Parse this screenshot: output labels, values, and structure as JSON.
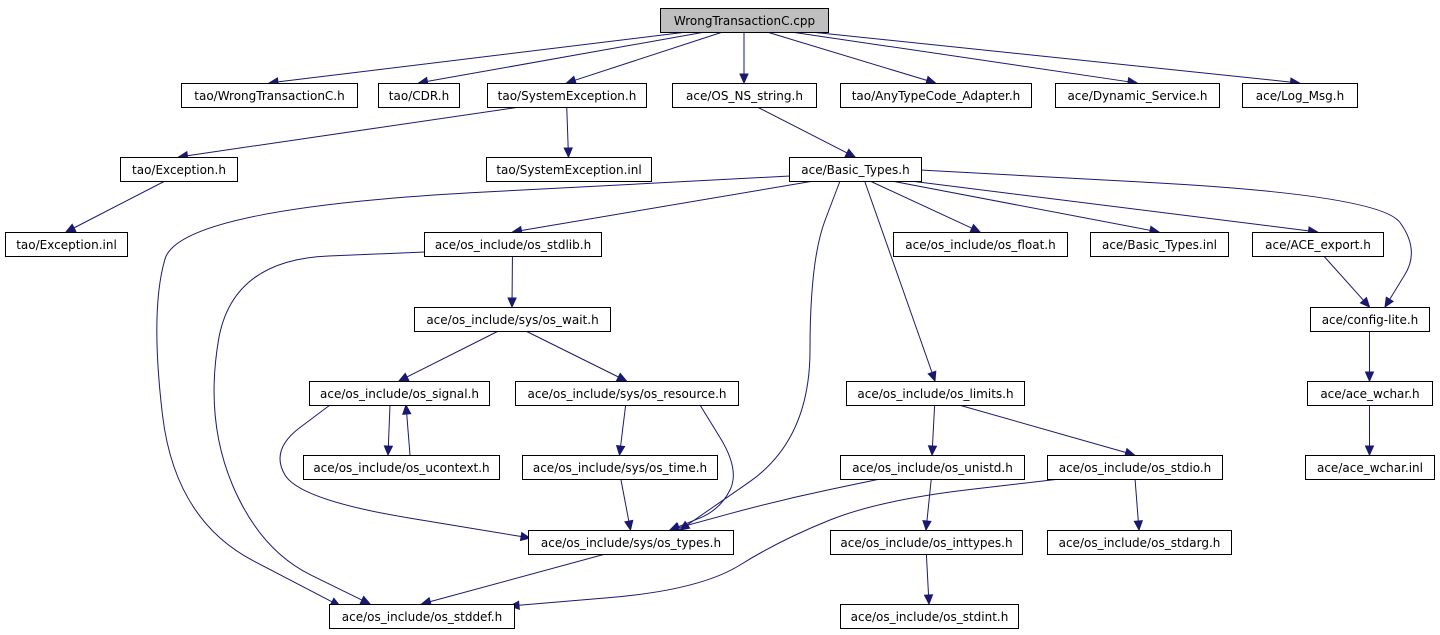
{
  "colors": {
    "edge": "#191970",
    "node_fill": "#ffffff",
    "root_fill": "#bfbfbf",
    "border": "#000000"
  },
  "root": "WrongTransactionC.cpp",
  "nodes": {
    "root": "WrongTransactionC.cpp",
    "wrong_h": "tao/WrongTransactionC.h",
    "cdr": "tao/CDR.h",
    "sysexc": "tao/SystemException.h",
    "osnsstring": "ace/OS_NS_string.h",
    "anytype": "tao/AnyTypeCode_Adapter.h",
    "dynservice": "ace/Dynamic_Service.h",
    "logmsg": "ace/Log_Msg.h",
    "exception_h": "tao/Exception.h",
    "sysexc_inl": "tao/SystemException.inl",
    "basictypes": "ace/Basic_Types.h",
    "exception_inl": "tao/Exception.inl",
    "stdlib": "ace/os_include/os_stdlib.h",
    "float": "ace/os_include/os_float.h",
    "basictypes_inl": "ace/Basic_Types.inl",
    "ace_export": "ace/ACE_export.h",
    "config_lite": "ace/config-lite.h",
    "wait": "ace/os_include/sys/os_wait.h",
    "ace_wchar": "ace/ace_wchar.h",
    "signal": "ace/os_include/os_signal.h",
    "resource": "ace/os_include/sys/os_resource.h",
    "limits": "ace/os_include/os_limits.h",
    "ace_wchar_inl": "ace/ace_wchar.inl",
    "ucontext": "ace/os_include/os_ucontext.h",
    "os_time": "ace/os_include/sys/os_time.h",
    "unistd": "ace/os_include/os_unistd.h",
    "stdio": "ace/os_include/os_stdio.h",
    "sys_types": "ace/os_include/sys/os_types.h",
    "inttypes": "ace/os_include/os_inttypes.h",
    "stdarg": "ace/os_include/os_stdarg.h",
    "stddef": "ace/os_include/os_stddef.h",
    "stdint": "ace/os_include/os_stdint.h"
  },
  "edges": [
    [
      "root",
      "wrong_h"
    ],
    [
      "root",
      "cdr"
    ],
    [
      "root",
      "sysexc"
    ],
    [
      "root",
      "osnsstring"
    ],
    [
      "root",
      "anytype"
    ],
    [
      "root",
      "dynservice"
    ],
    [
      "root",
      "logmsg"
    ],
    [
      "sysexc",
      "exception_h"
    ],
    [
      "sysexc",
      "sysexc_inl"
    ],
    [
      "exception_h",
      "exception_inl"
    ],
    [
      "osnsstring",
      "basictypes"
    ],
    [
      "basictypes",
      "stdlib"
    ],
    [
      "basictypes",
      "float"
    ],
    [
      "basictypes",
      "basictypes_inl"
    ],
    [
      "basictypes",
      "ace_export"
    ],
    [
      "basictypes",
      "config_lite"
    ],
    [
      "basictypes",
      "limits"
    ],
    [
      "basictypes",
      "sys_types"
    ],
    [
      "basictypes",
      "stddef"
    ],
    [
      "ace_export",
      "config_lite"
    ],
    [
      "config_lite",
      "ace_wchar"
    ],
    [
      "ace_wchar",
      "ace_wchar_inl"
    ],
    [
      "stdlib",
      "wait"
    ],
    [
      "stdlib",
      "stddef"
    ],
    [
      "wait",
      "signal"
    ],
    [
      "wait",
      "resource"
    ],
    [
      "signal",
      "ucontext"
    ],
    [
      "ucontext",
      "signal"
    ],
    [
      "signal",
      "sys_types"
    ],
    [
      "resource",
      "os_time"
    ],
    [
      "resource",
      "sys_types"
    ],
    [
      "os_time",
      "sys_types"
    ],
    [
      "limits",
      "unistd"
    ],
    [
      "limits",
      "stdio"
    ],
    [
      "unistd",
      "sys_types"
    ],
    [
      "unistd",
      "inttypes"
    ],
    [
      "stdio",
      "stdarg"
    ],
    [
      "stdio",
      "stddef"
    ],
    [
      "inttypes",
      "stdint"
    ],
    [
      "sys_types",
      "stddef"
    ]
  ]
}
